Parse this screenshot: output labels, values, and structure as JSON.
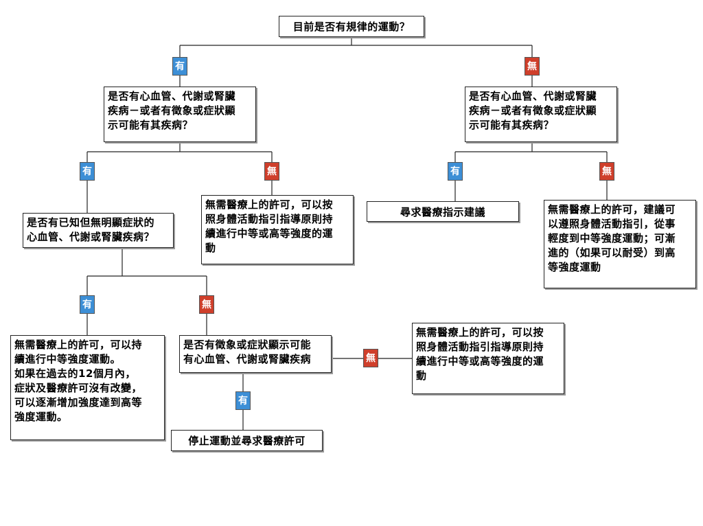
{
  "colors": {
    "yes": "#3d8fd6",
    "no": "#cf3f2b",
    "line": "#222222"
  },
  "labels": {
    "yes": "有",
    "no": "無"
  },
  "nodes": {
    "root": "目前是否有規律的運動？",
    "q_active_disease": [
      "是否有心血管、代謝或腎臟",
      "疾病－或者有徵象或症狀顯",
      "示可能有其疾病？"
    ],
    "q_inactive_disease": [
      "是否有心血管、代謝或腎臟",
      "疾病－或者有徵象或症狀顯",
      "示可能有其疾病？"
    ],
    "q_known_asymptomatic": [
      "是否有已知但無明顯症狀的",
      "心血管、代謝或腎臟疾病？"
    ],
    "r_active_no": [
      "無需醫療上的許可，可以按",
      "照身體活動指引指導原則持",
      "續進行中等或高等強度的運",
      "動"
    ],
    "r_inactive_yes": "尋求醫療指示建議",
    "r_inactive_no": [
      "無需醫療上的許可，建議可",
      "以遵照身體活動指引，從事",
      "輕度到中等強度運動；可漸",
      "進的（如果可以耐受）到高",
      "等強度運動"
    ],
    "r_known_yes": [
      "無需醫療上的許可，可以持",
      "續進行中等強度運動。",
      "如果在過去的12個月內，",
      "症狀及醫療許可沒有改變，",
      "可以逐漸增加強度達到高等",
      "強度運動。"
    ],
    "q_symptoms": [
      "是否有徵象或症狀顯示可能",
      "有心血管、代謝或腎臟疾病"
    ],
    "r_symptoms_no": [
      "無需醫療上的許可，可以按",
      "照身體活動指引指導原則持",
      "續進行中等或高等強度的運",
      "動"
    ],
    "r_symptoms_yes": "停止運動並尋求醫療許可"
  }
}
